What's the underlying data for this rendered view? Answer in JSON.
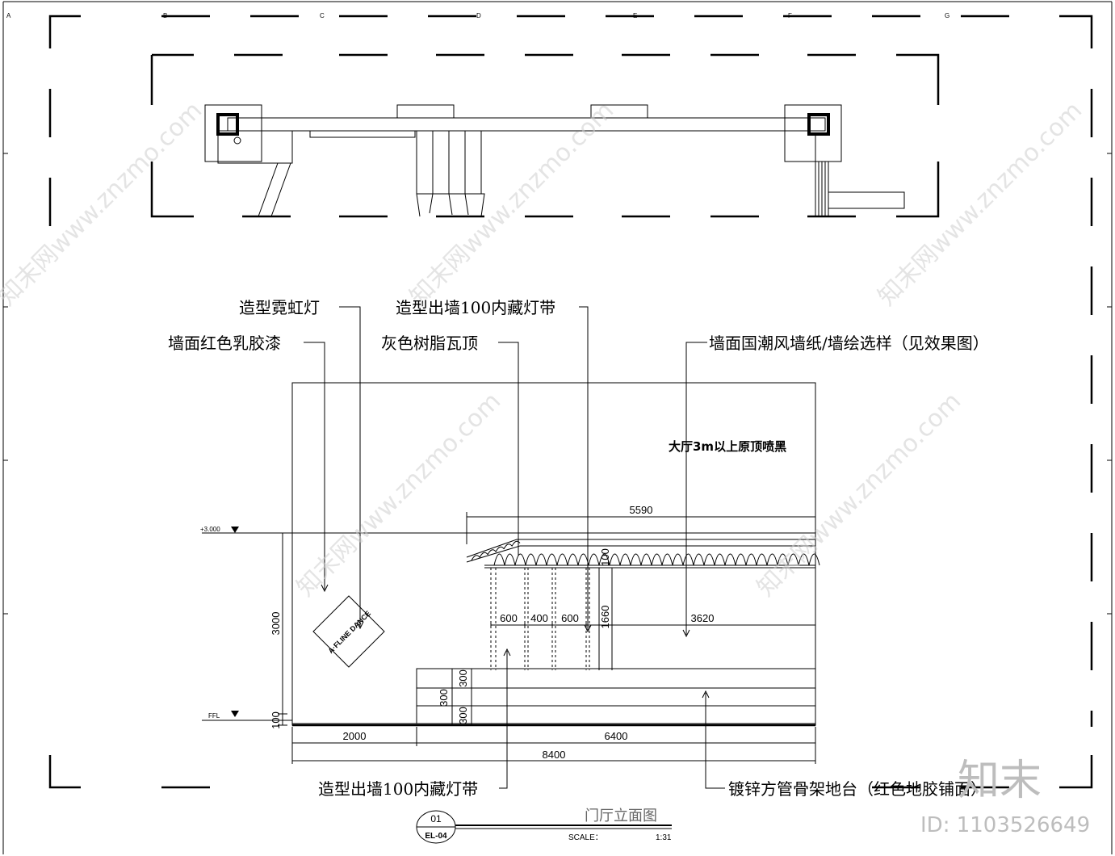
{
  "grid_letters": [
    "A",
    "B",
    "C",
    "D",
    "E",
    "F",
    "G"
  ],
  "labels": {
    "neon_light": "造型霓虹灯",
    "wall_red_paint": "墙面红色乳胶漆",
    "light_strip_top": "造型出墙100内藏灯带",
    "grey_tile_roof": "灰色树脂瓦顶",
    "wallpaper": "墙面国潮风墙纸/墙绘选样（见效果图）",
    "ceiling_note": "大厅3m以上原顶喷黑",
    "light_strip_bottom": "造型出墙100内藏灯带",
    "platform": "镀锌方管骨架地台（红色地胶铺面）"
  },
  "levels": {
    "top": "+3.000",
    "floor": "FFL"
  },
  "dimensions": {
    "d5590": "5590",
    "d3620": "3620",
    "d600a": "600",
    "d400": "400",
    "d600b": "600",
    "d1660": "1660",
    "d100top": "100",
    "d3000": "3000",
    "d100": "100",
    "d300a": "300",
    "d300b": "300",
    "d300c": "300",
    "d2000": "2000",
    "d6400": "6400",
    "d8400": "8400"
  },
  "sign_text": "A·FLINE DANCE",
  "title_block": {
    "number": "01",
    "sheet": "EL-04",
    "title": "门厅立面图",
    "scale_label": "SCALE：",
    "scale_value": "1:31"
  },
  "watermark": {
    "text": "知末网www.znzmo.com",
    "logo": "知末",
    "id": "ID: 1103526649"
  }
}
